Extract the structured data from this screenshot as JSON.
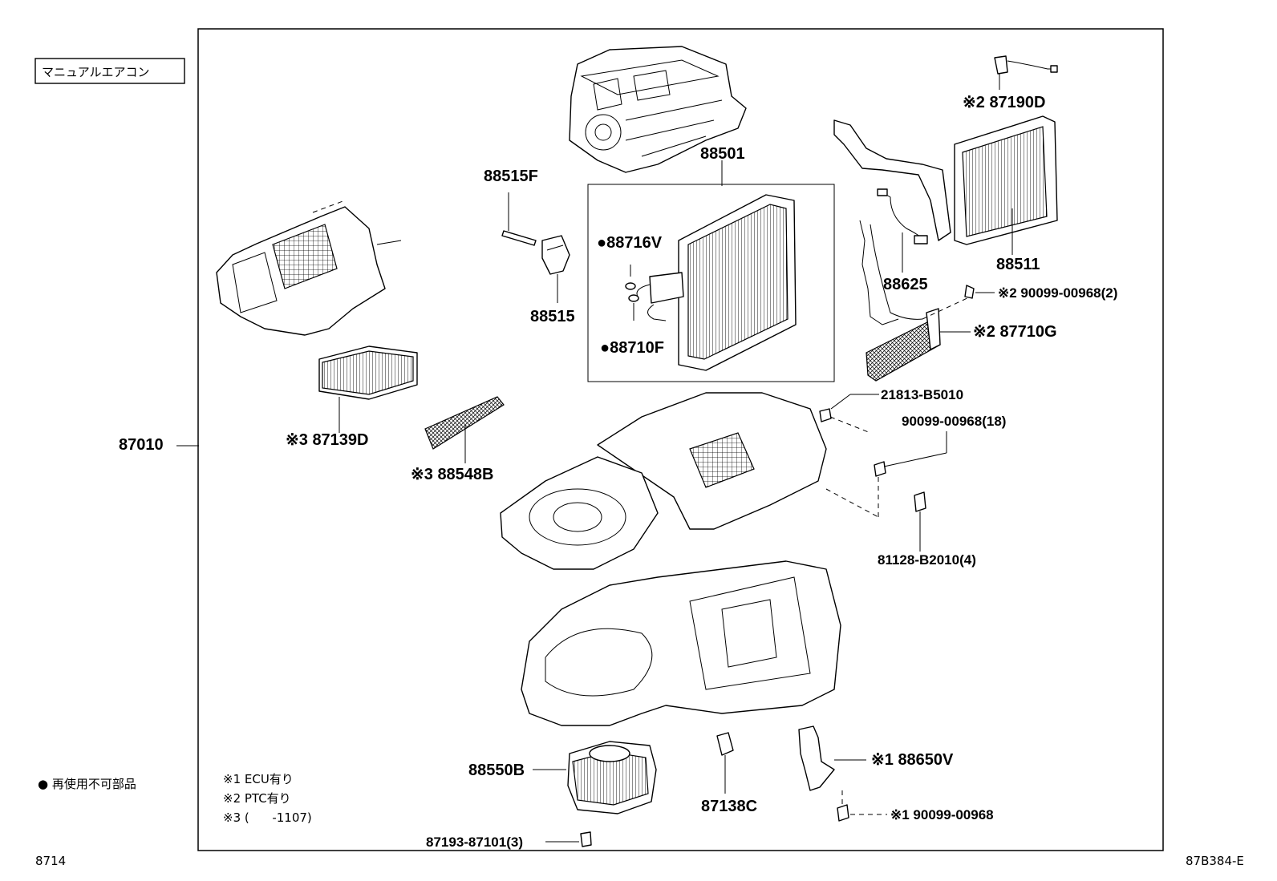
{
  "frame_tag": "マニュアルエアコン",
  "assembly_label": "87010",
  "parts": {
    "p88501": "88501",
    "p88515F": "88515F",
    "p88716V": "●88716V",
    "p88710F": "●88710F",
    "p88515": "88515",
    "p87190D": "※2 87190D",
    "p88511": "88511",
    "p88625": "88625",
    "p90099_2": "※2 90099-00968(2)",
    "p87710G": "※2 87710G",
    "p21813": "21813-B5010",
    "p90099_18": "90099-00968(18)",
    "p87139D": "※3 87139D",
    "p88548B": "※3 88548B",
    "p81128": "81128-B2010(4)",
    "p88550B": "88550B",
    "p87138C": "87138C",
    "p88650V": "※1 88650V",
    "p90099_1": "※1 90099-00968",
    "p87193": "87193-87101(3)"
  },
  "legend": {
    "reuse": "● 再使用不可部品",
    "note1": "※1 ECU有り",
    "note2": "※2 PTC有り",
    "note3": "※3 (      -1107)"
  },
  "page_code": "8714",
  "figure_code": "87B384-E"
}
